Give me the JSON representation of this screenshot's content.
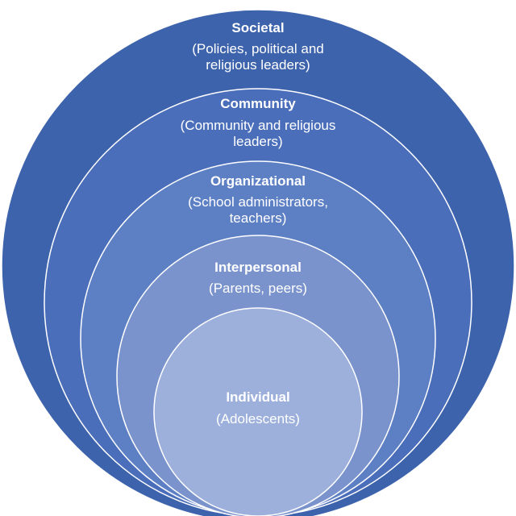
{
  "diagram": {
    "type": "nested-circles",
    "colors": {
      "outline": "#ffffff",
      "text": "#ffffff"
    },
    "levels": [
      {
        "title": "Societal",
        "desc_line1": "(Policies, political and",
        "desc_line2": "religious leaders)",
        "color": "#3D63AC"
      },
      {
        "title": "Community",
        "desc_line1": "(Community and religious",
        "desc_line2": "leaders)",
        "color": "#4A6EBA"
      },
      {
        "title": "Organizational",
        "desc_line1": "(School administrators,",
        "desc_line2": "teachers)",
        "color": "#5D7FC4"
      },
      {
        "title": "Interpersonal",
        "desc_line1": "(Parents, peers)",
        "desc_line2": "",
        "color": "#7A93CC"
      },
      {
        "title": "Individual",
        "desc_line1": "(Adolescents)",
        "desc_line2": "",
        "color": "#9DB0DC"
      }
    ]
  }
}
